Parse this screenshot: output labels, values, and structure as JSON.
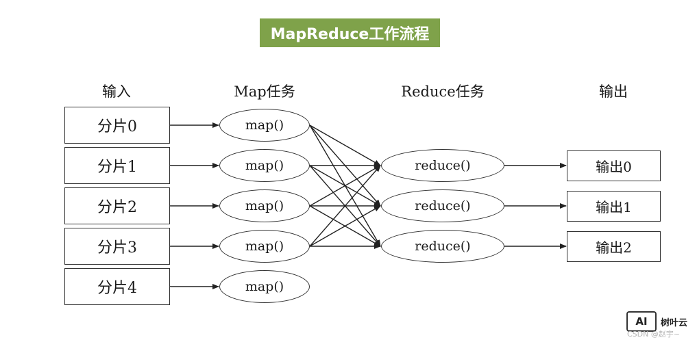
{
  "title": "MapReduce工作流程",
  "columns": {
    "input": "输入",
    "map": "Map任务",
    "reduce": "Reduce任务",
    "output": "输出"
  },
  "splits": [
    "分片0",
    "分片1",
    "分片2",
    "分片3",
    "分片4"
  ],
  "map_tasks": [
    "map()",
    "map()",
    "map()",
    "map()",
    "map()"
  ],
  "reduce_tasks": [
    "reduce()",
    "reduce()",
    "reduce()"
  ],
  "outputs": [
    "输出0",
    "输出1",
    "输出2"
  ],
  "watermark": {
    "logo_text": "AI",
    "brand": "树叶云",
    "credit": "CSDN @赵宇~"
  },
  "colors": {
    "title_bg": "#7fa24a",
    "title_text": "#ffffff",
    "stroke": "#333333"
  }
}
